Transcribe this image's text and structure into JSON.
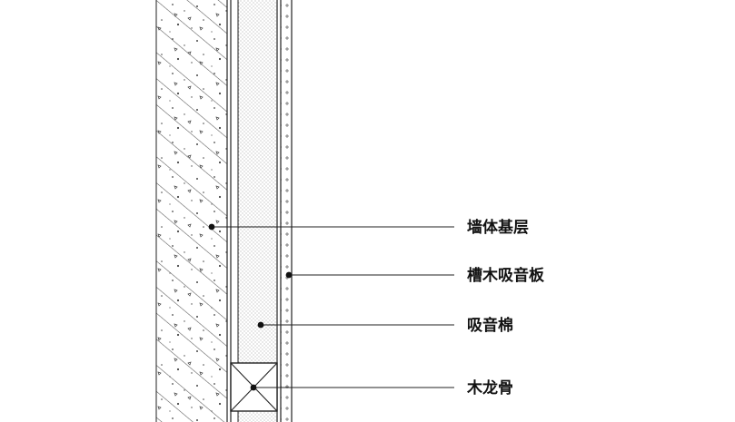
{
  "diagram": {
    "layers": [
      {
        "id": "wall-base",
        "name": "墙体基层",
        "pattern": "concrete-hatch"
      },
      {
        "id": "absorption-cotton",
        "name": "吸音棉",
        "pattern": "fine-dots"
      },
      {
        "id": "slotted-wood-panel",
        "name": "槽木吸音板",
        "pattern": "crosses"
      },
      {
        "id": "wood-keel",
        "name": "木龙骨",
        "pattern": "cross-box"
      }
    ],
    "callouts": [
      {
        "target": "wall-base",
        "label": "墙体基层"
      },
      {
        "target": "slotted-wood-panel",
        "label": "槽木吸音板"
      },
      {
        "target": "absorption-cotton",
        "label": "吸音棉"
      },
      {
        "target": "wood-keel",
        "label": "木龙骨"
      }
    ],
    "colors": {
      "line": "#222222",
      "hatch": "#555555",
      "background": "#ffffff"
    }
  }
}
